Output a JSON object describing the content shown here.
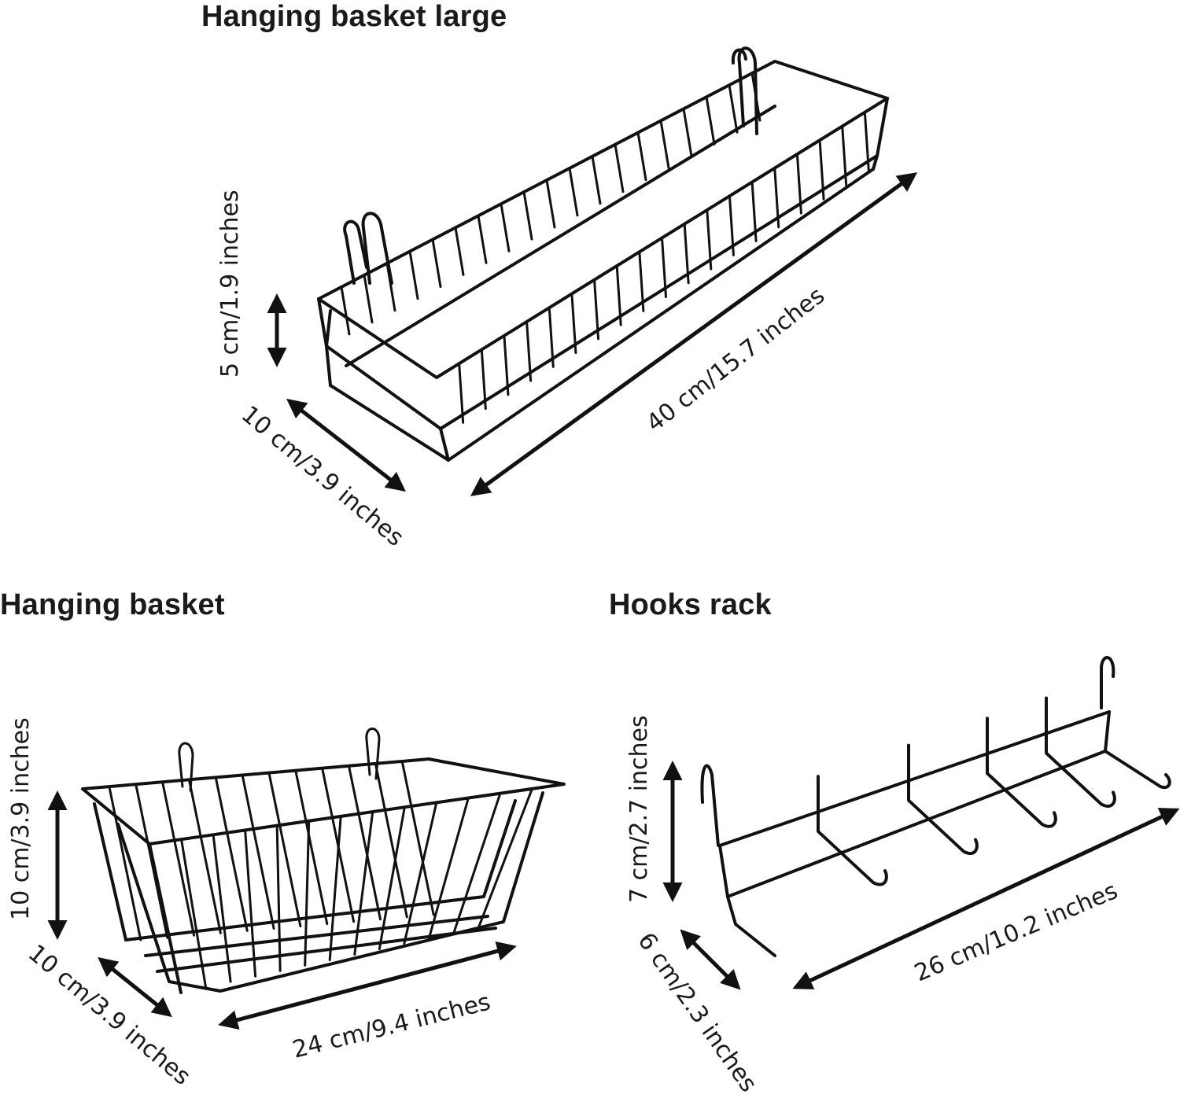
{
  "products": {
    "large": {
      "title": "Hanging basket large",
      "height_label": "5 cm/1.9 inches",
      "depth_label": "10 cm/3.9 inches",
      "length_label": "40 cm/15.7 inches"
    },
    "basket": {
      "title": "Hanging basket",
      "height_label": "10 cm/3.9 inches",
      "depth_label": "10 cm/3.9 inches",
      "length_label": "24 cm/9.4 inches"
    },
    "hooks": {
      "title": "Hooks rack",
      "height_label": "7 cm/2.7 inches",
      "depth_label": "6 cm/2.3 inches",
      "length_label": "26 cm/10.2 inches"
    }
  },
  "colors": {
    "wire": "#111111",
    "background": "#ffffff",
    "text": "#1a1a1a"
  }
}
